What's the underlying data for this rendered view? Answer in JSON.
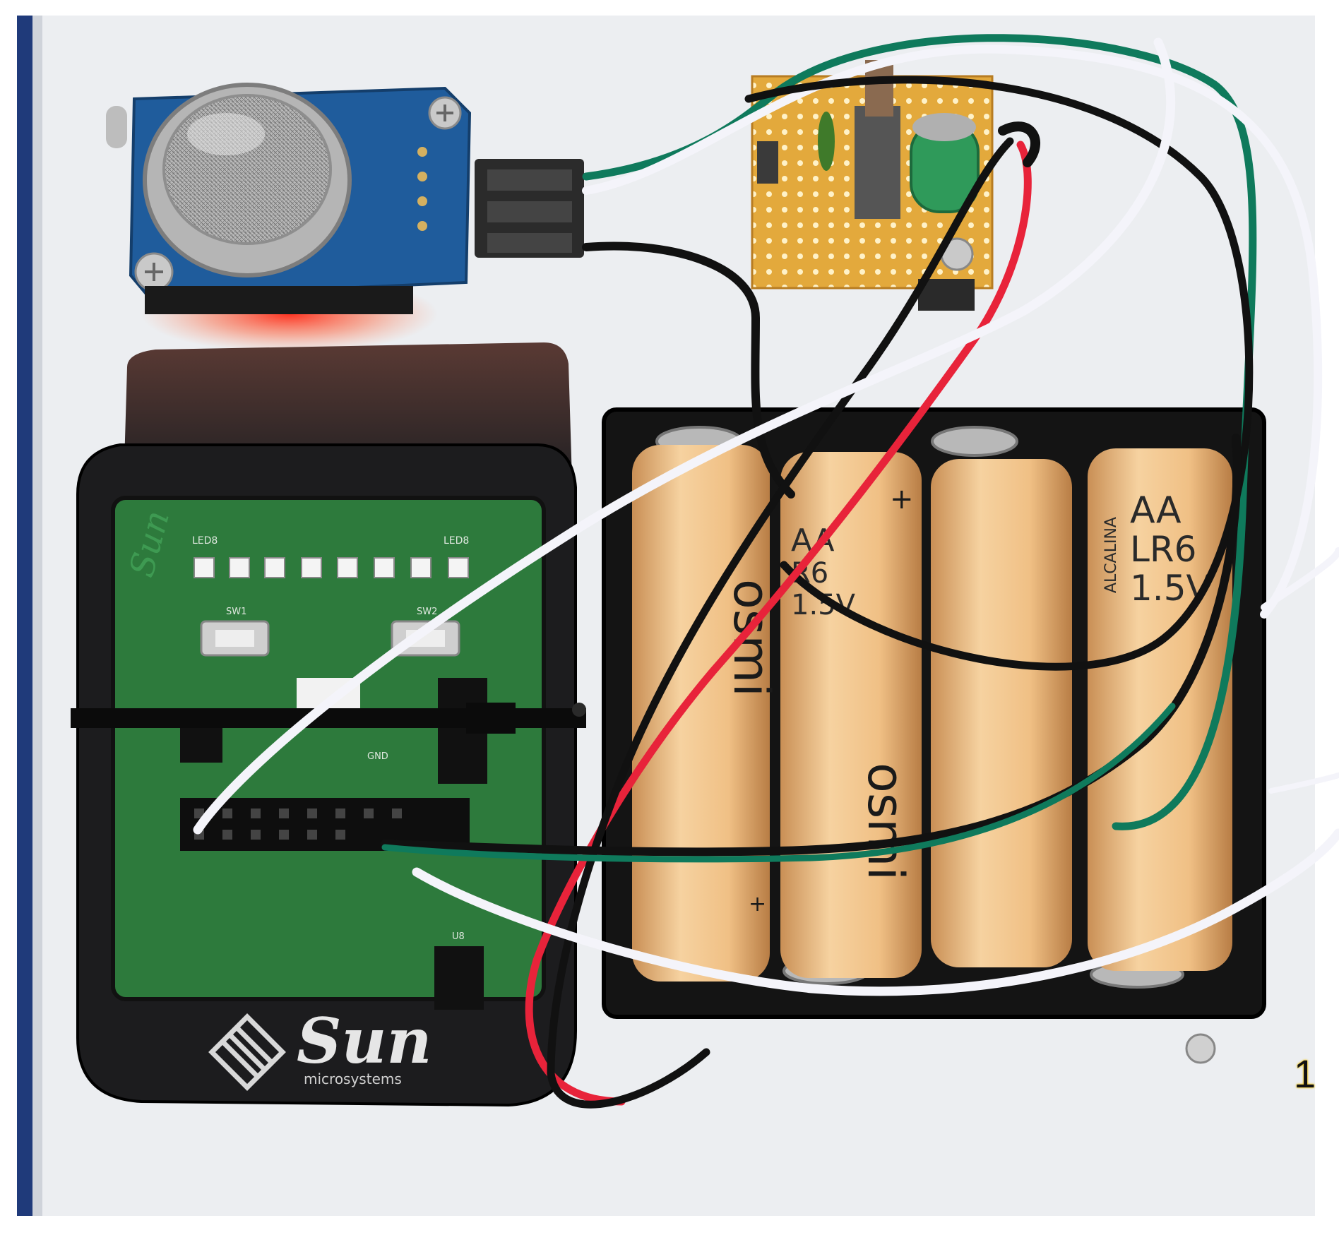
{
  "photo": {
    "main_logo_text": "Sun",
    "main_logo_subtext": "microsystems",
    "board_logo_text": "Sun",
    "board_silk": {
      "led_left": "LED8",
      "led_right": "LED8",
      "sw1": "SW1",
      "sw2": "SW2",
      "gnd": "GND",
      "u8": "U8"
    },
    "battery_1": {
      "brand": "osmi",
      "plus": "+"
    },
    "battery_2": {
      "brand": "osmi",
      "plus": "+",
      "line1": "AA",
      "line2": "R6",
      "line3": "1.5V"
    },
    "battery_4": {
      "line1": "AA",
      "line2": "LR6",
      "line3": "1.5V",
      "brand": "ALCALINA"
    },
    "edge_mark": "1"
  },
  "colors": {
    "board_white": "#eef0f2",
    "sensor_pcb": "#1f5c9c",
    "spot_casing": "#1c1c1e",
    "spot_pcb": "#2d7a3c",
    "battery": "#f0c080",
    "battery_holder": "#141414",
    "wire_red": "#e8233a",
    "wire_black": "#111111",
    "wire_white": "#f4f4fa",
    "wire_green": "#0f7a5c",
    "proto_board": "#e3a93c",
    "glow": "#ff3020"
  }
}
